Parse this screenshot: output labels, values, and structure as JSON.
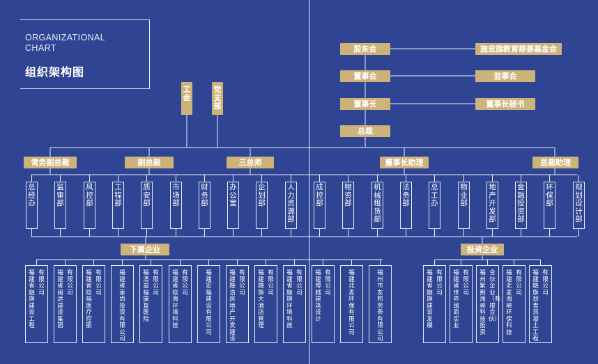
{
  "header": {
    "title_en_line1": "ORGANIZATIONAL",
    "title_en_line2": "CHART",
    "title_cn": "组织架构图"
  },
  "top": {
    "shareholders": "股东会",
    "foundation": "施忠旗教育慈善基金会",
    "board": "董事会",
    "supervisors": "监事会",
    "chairman": "董事长",
    "chairman_secretary": "董事长秘书",
    "ceo": "总裁",
    "union": "工会",
    "party": "党支部"
  },
  "executives": [
    "常务副总裁",
    "副总裁",
    "三总师",
    "董事长助理",
    "总裁助理"
  ],
  "departments": [
    "总经办",
    "监审部",
    "风控部",
    "工程部",
    "质安部",
    "市场部",
    "财务部",
    "办公室",
    "企划部",
    "人力资源部",
    "成控部",
    "物资部",
    "机械租赁部",
    "法务部",
    "总工办",
    "物业部",
    "地产开发部",
    "金融投资部",
    "环保部",
    "规划设计部"
  ],
  "groups": {
    "subsidiaries": "下属企业",
    "investments": "投资企业"
  },
  "subsidiaries": [
    {
      "l1": "有限公司",
      "l2": "福建省融旗建设工程"
    },
    {
      "l1": "有限公司",
      "l2": "福建省闽远建设集团"
    },
    {
      "l1": "有限公司",
      "l2": "福建省晗福医疗控股"
    },
    {
      "l1": "福建省泰尚投资有限公司",
      "l2": ""
    },
    {
      "l1": "有限公司",
      "l2": "福清益福康复医院"
    },
    {
      "l1": "有限公司",
      "l2": "福建省晗海环境科技"
    },
    {
      "l1": "福建宏福建设有限公司",
      "l2": ""
    },
    {
      "l1": "有限公司",
      "l2": "福建融浩房地产开发建设"
    },
    {
      "l1": "有限公司",
      "l2": "福建融旗大酒店管理"
    },
    {
      "l1": "有限公司",
      "l2": "福建省融旗环境科技"
    },
    {
      "l1": "有限公司",
      "l2": "福建博越建筑设计"
    },
    {
      "l1": "福建北麦环保有限公司",
      "l2": ""
    },
    {
      "l1": "福州市友邦劳务有限公司",
      "l2": ""
    }
  ],
  "investments": [
    {
      "l1": "有限公司",
      "l2": "福建省融旗建设发展"
    },
    {
      "l1": "有限公司",
      "l2": "福建省世界闽商实业"
    },
    {
      "l1": "合伙企业（有限合伙）",
      "l2": "福州紫荆海峡科技投资"
    },
    {
      "l1": "有限公司",
      "l2": "福建北麦海峡环保科技"
    },
    {
      "l1": "有限公司",
      "l2": "福建融旗劲青混凝土工程"
    }
  ]
}
